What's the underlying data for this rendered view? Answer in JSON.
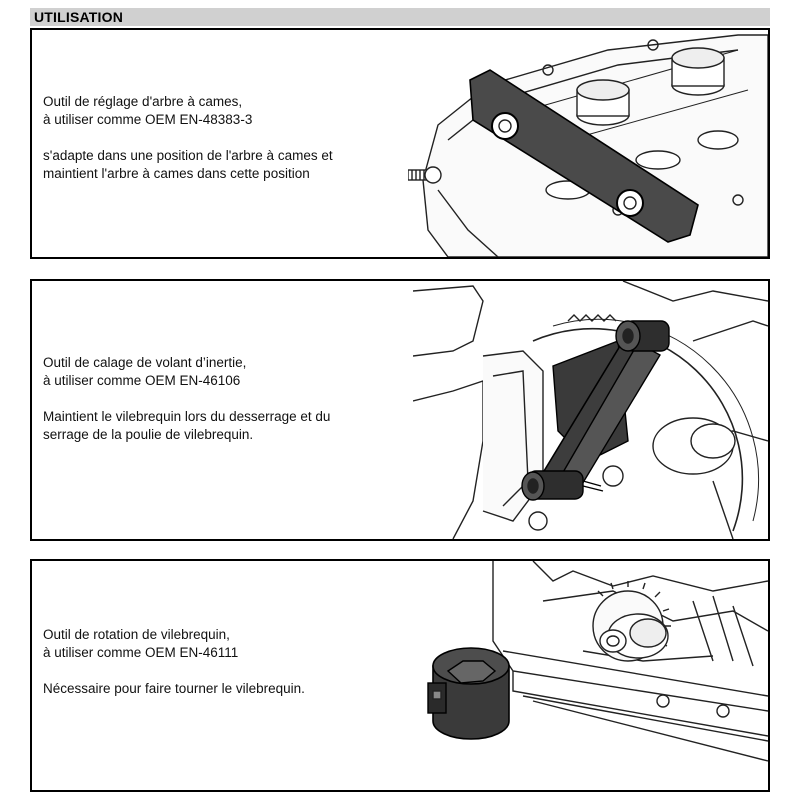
{
  "header": {
    "title": "UTILISATION"
  },
  "tools": [
    {
      "name_line1": "Outil de réglage d'arbre à cames,",
      "name_line2": "à utiliser comme OEM EN-48383-3",
      "desc_line1": "s'adapte dans une position de l'arbre à cames et",
      "desc_line2": "maintient l'arbre à cames dans cette position",
      "image": "camshaft-setting-tool-illustration"
    },
    {
      "name_line1": "Outil de calage de volant d’inertie,",
      "name_line2": "à utiliser comme OEM EN-46106",
      "desc_line1": "Maintient le vilebrequin lors du desserrage et du",
      "desc_line2": "serrage de la poulie de vilebrequin.",
      "image": "flywheel-locking-tool-illustration"
    },
    {
      "name_line1": "Outil de rotation de vilebrequin,",
      "name_line2": "à utiliser comme OEM EN-46111",
      "desc_line1": "Nécessaire pour faire tourner le vilebrequin.",
      "image": "crankshaft-rotation-tool-illustration"
    }
  ]
}
